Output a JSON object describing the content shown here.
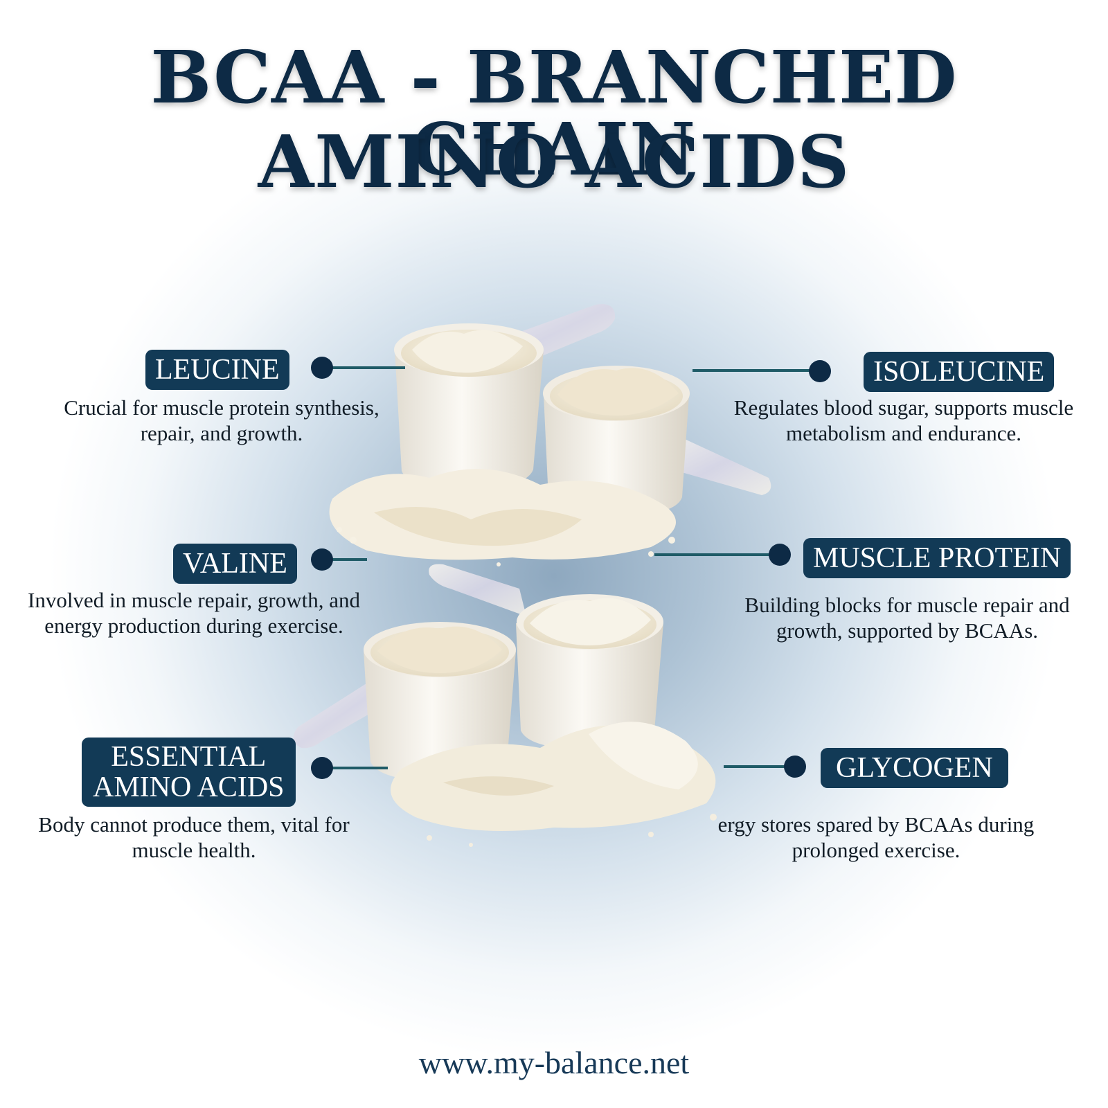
{
  "title": {
    "line1": "BCAA - BRANCHED CHAIN",
    "line2": "AMINO ACIDS"
  },
  "items": {
    "leucine": {
      "label": "LEUCINE",
      "description_line1": "Crucial for muscle protein synthesis,",
      "description_line2": "repair, and growth."
    },
    "isoleucine": {
      "label": "ISOLEUCINE",
      "description_line1": "Regulates blood sugar, supports muscle",
      "description_line2": "metabolism and endurance."
    },
    "valine": {
      "label": "VALINE",
      "description_line1": "Involved in muscle repair, growth, and",
      "description_line2": "energy production during exercise."
    },
    "muscle_protein": {
      "label": "MUSCLE PROTEIN",
      "description_line1": "Building blocks for muscle repair and",
      "description_line2": "growth, supported by BCAAs."
    },
    "essential_amino_acids": {
      "label_line1": "ESSENTIAL",
      "label_line2": "AMINO ACIDS",
      "description_line1": "Body cannot produce them, vital for",
      "description_line2": "muscle health."
    },
    "glycogen": {
      "label": "GLYCOGEN",
      "description_line1": "ergy stores spared by BCAAs during",
      "description_line2": "prolonged exercise."
    }
  },
  "footer": {
    "url": "www.my-balance.net"
  },
  "colors": {
    "navy": "#0d2a45",
    "label_bg": "#123a56",
    "connector": "#1f5b67",
    "powder": "#efe7d3",
    "background_center": "#8ea8bf"
  },
  "illustration": {
    "subject": "powder-scoops-image",
    "scoop_count": 4
  }
}
